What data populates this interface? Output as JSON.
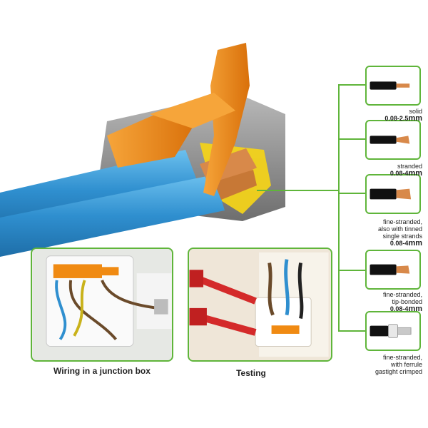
{
  "wire_types": [
    {
      "name": "solid",
      "range": "0.08-2.5",
      "unit": "mm"
    },
    {
      "name": "stranded",
      "range": "0.08-4",
      "unit": "mm"
    },
    {
      "name_lines": [
        "fine-stranded,",
        "also with tinned",
        "single strands"
      ],
      "range": "0.08-4",
      "unit": "mm"
    },
    {
      "name_lines": [
        "fine-stranded,",
        "tip-bonded"
      ],
      "range": "0.08-4",
      "unit": "mm"
    },
    {
      "name_lines": [
        "fine-stranded,",
        "with ferrule",
        "gastight crimped"
      ]
    }
  ],
  "captions": {
    "junction_box": "Wiring in a junction box",
    "testing": "Testing"
  },
  "colors": {
    "accent_green": "#5fb53a",
    "lever_orange": "#f08a12",
    "cable_blue": "#3a9ad6",
    "copper": "#d8894a"
  }
}
